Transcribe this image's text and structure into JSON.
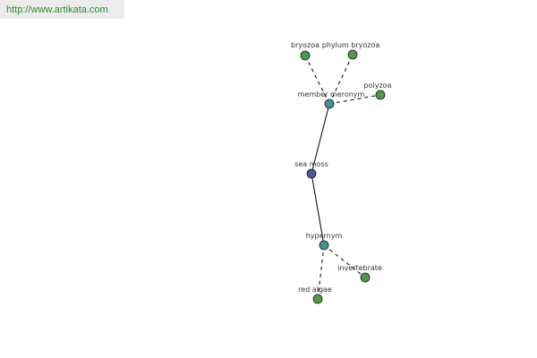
{
  "header": {
    "url": "http://www.artikata.com"
  },
  "colors": {
    "background": "#ffffff",
    "url_bar": "#ececec",
    "url_text": "#2f8a2f",
    "center_node": "#4a5aa0",
    "relation_node": "#4a9090",
    "leaf_node": "#4f9a48",
    "edge": "#000000",
    "label": "#333333"
  },
  "graph": {
    "center": {
      "id": "sea-moss",
      "label": "sea moss"
    },
    "relations": [
      {
        "id": "member-meronym",
        "label": "member meronym",
        "terms": [
          {
            "id": "bryozoa",
            "label": "bryozoa"
          },
          {
            "id": "phylum-bryozoa",
            "label": "phylum bryozoa"
          },
          {
            "id": "polyzoa",
            "label": "polyzoa"
          }
        ]
      },
      {
        "id": "hypernym",
        "label": "hypernym",
        "terms": [
          {
            "id": "invertebrate",
            "label": "invertebrate"
          },
          {
            "id": "red-algae",
            "label": "red algae"
          }
        ]
      }
    ]
  }
}
